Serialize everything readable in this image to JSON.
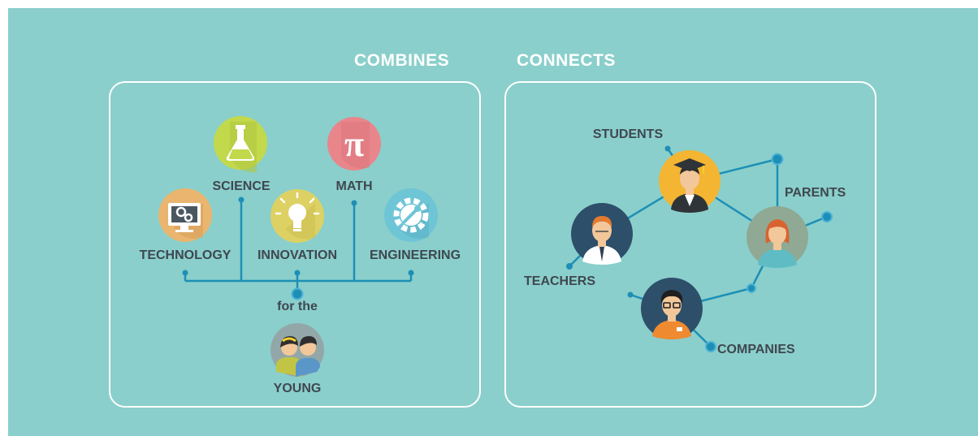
{
  "headings": {
    "combines": "COMBINES",
    "connects": "CONNECTS"
  },
  "combines": {
    "science": "SCIENCE",
    "math": "MATH",
    "technology": "TECHNOLOGY",
    "innovation": "INNOVATION",
    "engineering": "ENGINEERING",
    "for_the": "for the",
    "young": "YOUNG",
    "icons": [
      "flask-icon",
      "pi-icon",
      "monitor-gear-icon",
      "lightbulb-icon",
      "gear-wrench-icon",
      "children-icon"
    ]
  },
  "connects": {
    "students": "STUDENTS",
    "parents": "PARENTS",
    "teachers": "TEACHERS",
    "companies": "COMPANIES",
    "icons": [
      "graduate-avatar-icon",
      "teacher-avatar-icon",
      "parent-avatar-icon",
      "company-avatar-icon"
    ]
  },
  "colors": {
    "background": "#8acfcb",
    "line": "#1d8fb6",
    "science": "#c3d94c",
    "math": "#e8868c",
    "technology": "#e9b56f",
    "innovation": "#ddd164",
    "engineering": "#6ec5d6",
    "student_avatar": "#f3b532",
    "teacher_avatar": "#2d4f6a",
    "parent_avatar": "#8fa994"
  }
}
